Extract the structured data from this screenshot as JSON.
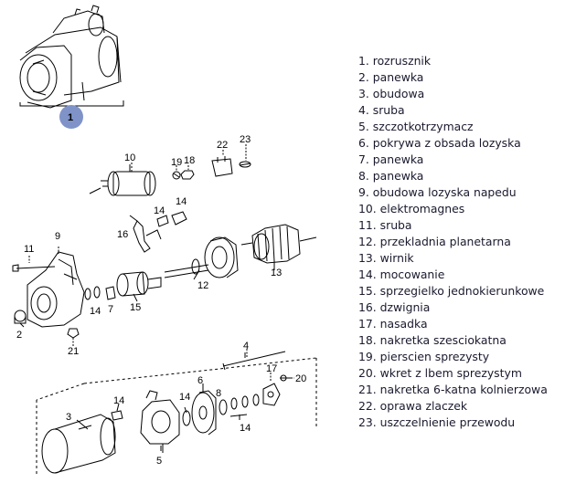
{
  "callouts": {
    "c1": "1",
    "c2": "2",
    "c3": "3",
    "c4": "4",
    "c5": "5",
    "c6": "6",
    "c7": "7",
    "c8": "8",
    "c9": "9",
    "c10": "10",
    "c11": "11",
    "c12": "12",
    "c13": "13",
    "c14": "14",
    "c15": "15",
    "c16": "16",
    "c17": "17",
    "c18": "18",
    "c19": "19",
    "c20": "20",
    "c21": "21",
    "c22": "22",
    "c23": "23"
  },
  "legend": [
    "1. rozrusznik",
    "2. panewka",
    "3. obudowa",
    "4. sruba",
    "5. szczotkotrzymacz",
    "6. pokrywa z obsada lozyska",
    "7. panewka",
    "8. panewka",
    "9. obudowa lozyska napedu",
    "10. elektromagnes",
    "11. sruba",
    "12. przekladnia planetarna",
    "13. wirnik",
    "14. mocowanie",
    "15. sprzegielko jednokierunkowe",
    "16. dzwignia",
    "17. nasadka",
    "18. nakretka szesciokatna",
    "19. pierscien sprezysty",
    "20. wkret z lbem sprezystym",
    "21. nakretka 6-katna kolnierzowa",
    "22. oprawa zlaczek",
    "23. uszczelnienie przewodu"
  ],
  "colors": {
    "badge": "#7f93c9",
    "ink": "#000000",
    "text": "#1a1a2e"
  }
}
